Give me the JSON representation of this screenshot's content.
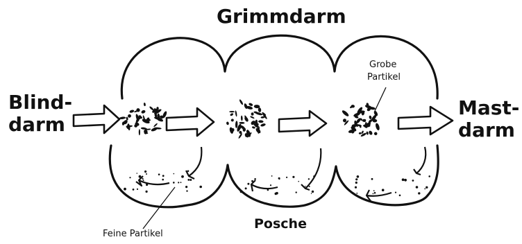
{
  "labels": {
    "top": "Grimmdarm",
    "left_line1": "Blind-",
    "left_line2": "darm",
    "right_line1": "Mast-",
    "right_line2": "darm",
    "bottom": "Posche",
    "coarse_line1": "Grobe",
    "coarse_line2": "Partikel",
    "fine": "Feine Partikel"
  },
  "colors": {
    "ink": "#111111",
    "background": "#ffffff"
  },
  "icons": [
    "flow-arrow-icon",
    "return-arrow-icon",
    "particle-cluster-icon"
  ]
}
